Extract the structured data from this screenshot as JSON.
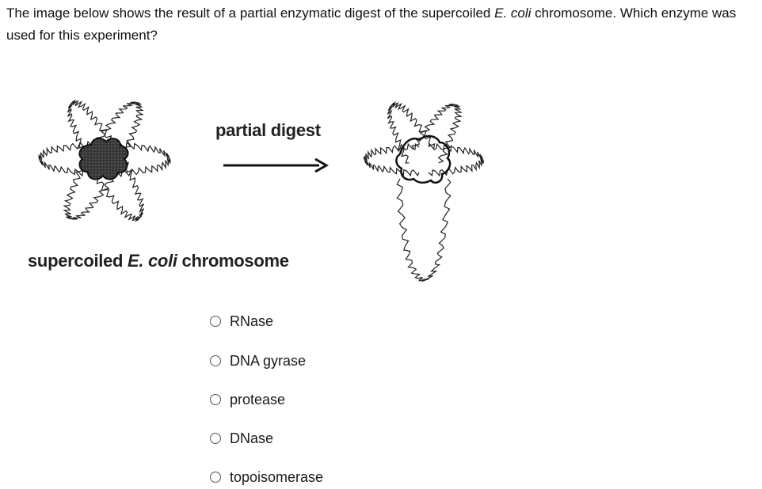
{
  "question": {
    "text_before": "The image below shows the result of a partial enzymatic digest of the supercoiled ",
    "organism": "E. coli",
    "text_after": " chromosome. Which enzyme was used for this experiment?"
  },
  "figure": {
    "arrow_label": "partial digest",
    "caption_before": "supercoiled ",
    "caption_organism": "E. coli",
    "caption_after": " chromosome"
  },
  "options": [
    {
      "label": "RNase"
    },
    {
      "label": "DNA gyrase"
    },
    {
      "label": "protease"
    },
    {
      "label": "DNase"
    },
    {
      "label": "topoisomerase"
    }
  ]
}
